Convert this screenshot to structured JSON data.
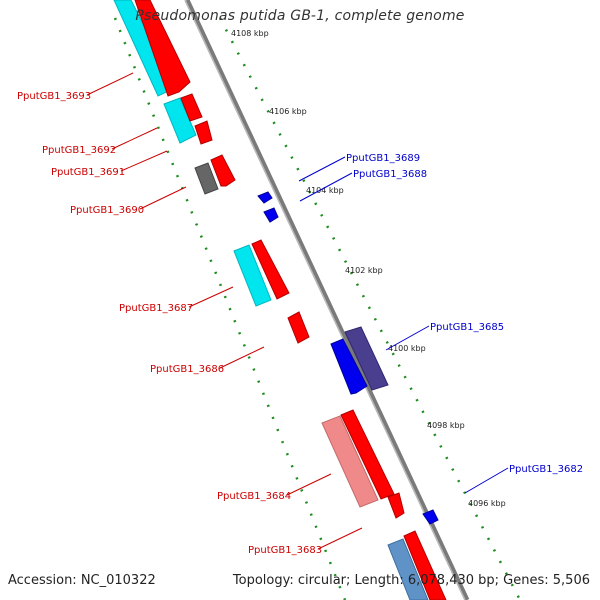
{
  "title": "Pseudomonas putida GB-1, complete genome",
  "footer": {
    "accession": "Accession: NC_010322",
    "summary": "Topology: circular; Length: 6,078,430 bp; Genes: 5,506"
  },
  "colors": {
    "backbone": "#888888",
    "tick_dots": "#1e8c1e",
    "label_left": "#cc0000",
    "label_right": "#0000cc",
    "forward_cds": "#ff0000",
    "reverse_cds": "#0000ff"
  },
  "kbp_ticks": [
    "4108 kbp",
    "4106 kbp",
    "4104 kbp",
    "4102 kbp",
    "4100 kbp",
    "4098 kbp",
    "4096 kbp"
  ],
  "genes_left": [
    "PputGB1_3693",
    "PputGB1_3692",
    "PputGB1_3691",
    "PputGB1_3690",
    "PputGB1_3687",
    "PputGB1_3686",
    "PputGB1_3684",
    "PputGB1_3683"
  ],
  "genes_right": [
    "PputGB1_3689",
    "PputGB1_3688",
    "PputGB1_3685",
    "PputGB1_3682"
  ]
}
